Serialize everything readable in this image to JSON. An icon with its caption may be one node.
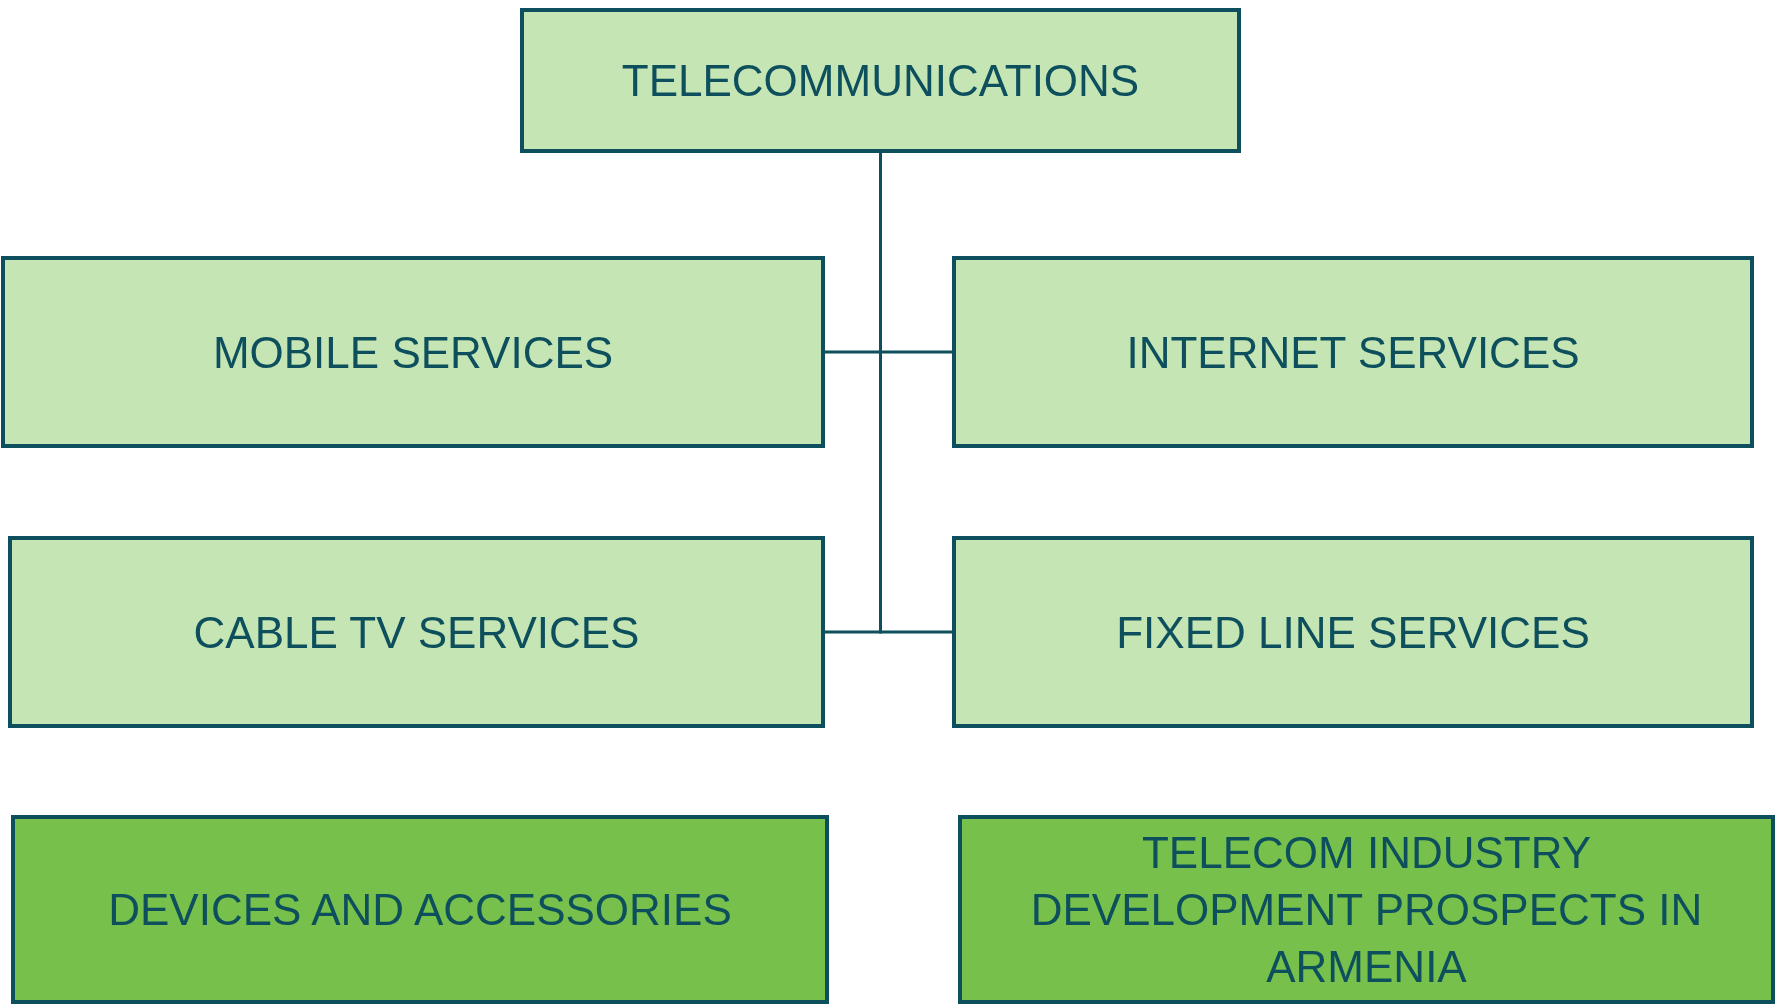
{
  "diagram": {
    "nodes": [
      {
        "text": [
          "TELECOMMUNICATIONS"
        ]
      },
      {
        "text": [
          "MOBILE SERVICES"
        ]
      },
      {
        "text": [
          "INTERNET SERVICES"
        ]
      },
      {
        "text": [
          "CABLE TV SERVICES"
        ]
      },
      {
        "text": [
          "FIXED LINE SERVICES"
        ]
      },
      {
        "text": [
          "DEVICES AND ACCESSORIES"
        ]
      },
      {
        "text": [
          "TELECOM INDUSTRY DEVELOPMENT PROSPECTS IN ARMENIA"
        ]
      }
    ],
    "edges": [
      {
        "from": 0,
        "to": 1,
        "arrow": "none"
      },
      {
        "from": 0,
        "to": 2,
        "arrow": "none"
      },
      {
        "from": 0,
        "to": 3,
        "arrow": "none"
      },
      {
        "from": 0,
        "to": 4,
        "arrow": "none"
      }
    ]
  }
}
